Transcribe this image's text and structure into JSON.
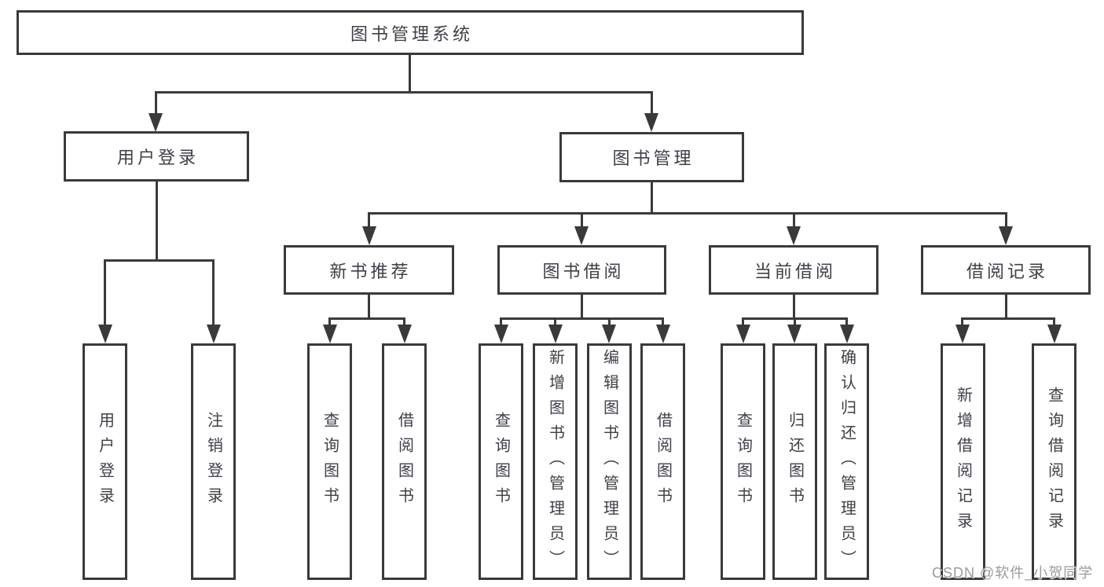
{
  "tree": {
    "root": "图书管理系统",
    "children": [
      {
        "label": "用户登录",
        "children": [
          "用户登录",
          "注销登录"
        ]
      },
      {
        "label": "图书管理",
        "children": [
          {
            "label": "新书推荐",
            "children": [
              "查询图书",
              "借阅图书"
            ]
          },
          {
            "label": "图书借阅",
            "children": [
              "查询图书",
              "新增图书（管理员）",
              "编辑图书（管理员）",
              "借阅图书"
            ]
          },
          {
            "label": "当前借阅",
            "children": [
              "查询图书",
              "归还图书",
              "确认归还（管理员）"
            ]
          },
          {
            "label": "借阅记录",
            "children": [
              "新增借阅记录",
              "查询借阅记录"
            ]
          }
        ]
      }
    ]
  },
  "watermark": {
    "text": "CSDN @软件_小贺同学"
  },
  "colors": {
    "line": "#3a3a3a",
    "node_border": "#3a3a3a",
    "node_background": "#ffffff",
    "text": "#3f4048",
    "watermark": "#9b9b9b",
    "page_background": "#ffffff"
  }
}
